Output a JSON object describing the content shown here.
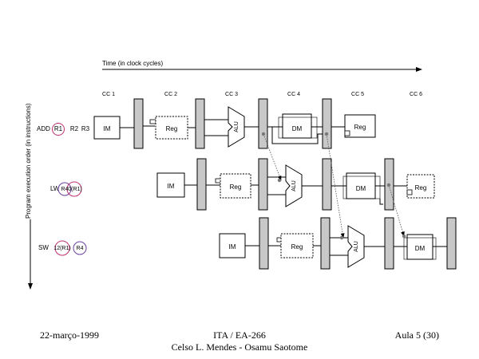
{
  "time_axis_label": "Time (in clock cycles)",
  "program_axis_label": "Program execution order (in instructions)",
  "clock_cycles": [
    "CC 1",
    "CC 2",
    "CC 3",
    "CC 4",
    "CC 5",
    "CC 6"
  ],
  "instructions": [
    {
      "op": "ADD",
      "operands": [
        "R1",
        "R2",
        "R3"
      ],
      "stages": [
        "IM",
        "Reg",
        "ALU",
        "DM",
        "Reg"
      ]
    },
    {
      "op": "LW",
      "operands": [
        "R4",
        "0(R1)"
      ],
      "stages": [
        "IM",
        "Reg",
        "ALU",
        "DM",
        "Reg"
      ]
    },
    {
      "op": "SW",
      "operands": [
        "12(R1)",
        "R4"
      ],
      "stages": [
        "IM",
        "Reg",
        "ALU",
        "DM"
      ]
    }
  ],
  "highlight_color": "#c03070",
  "footer": {
    "date": "22-março-1999",
    "course": "ITA / EA-266",
    "authors": "Celso L. Mendes - Osamu Saotome",
    "page": "Aula 5 (30)"
  }
}
